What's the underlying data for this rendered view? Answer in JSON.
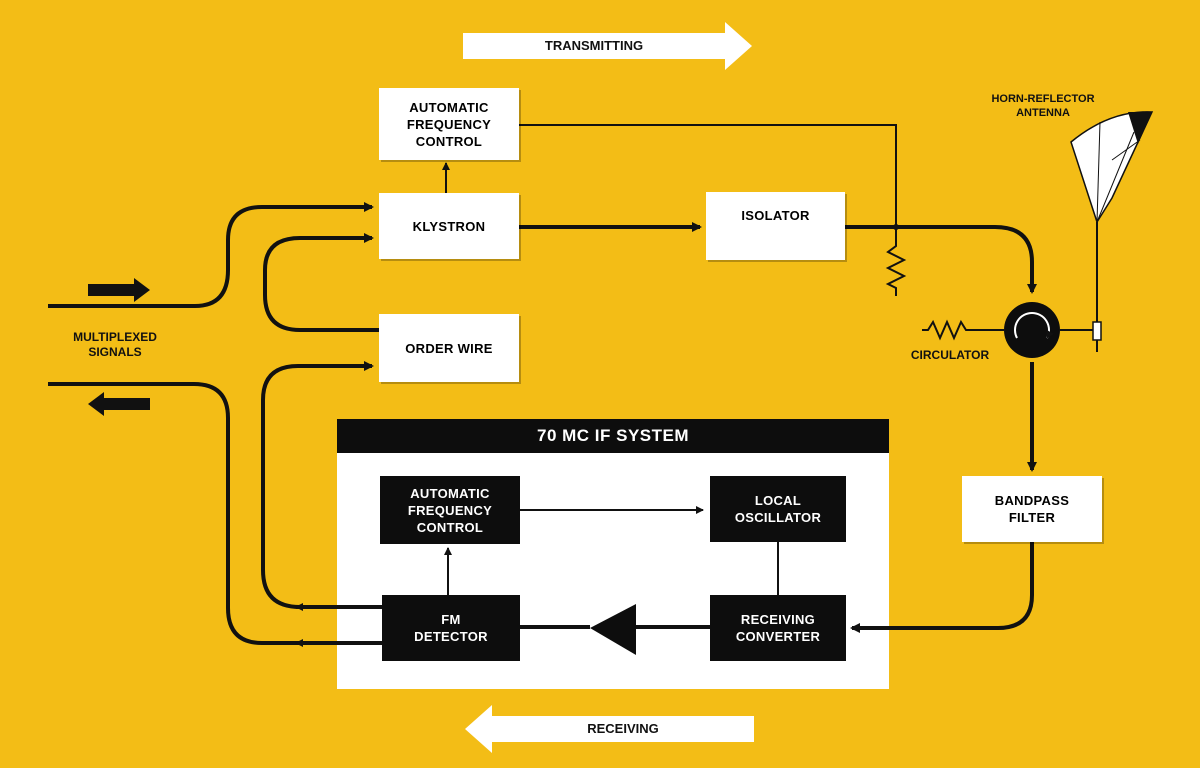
{
  "banners": {
    "transmitting": "TRANSMITTING",
    "receiving": "RECEIVING"
  },
  "labels": {
    "multiplexed_signals": "MULTIPLEXED\nSIGNALS",
    "horn_reflector_antenna": "HORN-REFLECTOR\nANTENNA",
    "circulator": "CIRCULATOR"
  },
  "blocks": {
    "afc_top": "AUTOMATIC\nFREQUENCY\nCONTROL",
    "klystron": "KLYSTRON",
    "isolator": "ISOLATOR",
    "order_wire": "ORDER WIRE",
    "bandpass_filter": "BANDPASS\nFILTER"
  },
  "if_system": {
    "title": "70 MC IF SYSTEM",
    "afc": "AUTOMATIC\nFREQUENCY\nCONTROL",
    "local_oscillator": "LOCAL\nOSCILLATOR",
    "fm_detector": "FM\nDETECTOR",
    "receiving_converter": "RECEIVING\nCONVERTER"
  },
  "colors": {
    "background": "#f3bd16",
    "block_white": "#ffffff",
    "block_black": "#0d0d0d",
    "line": "#111111"
  }
}
